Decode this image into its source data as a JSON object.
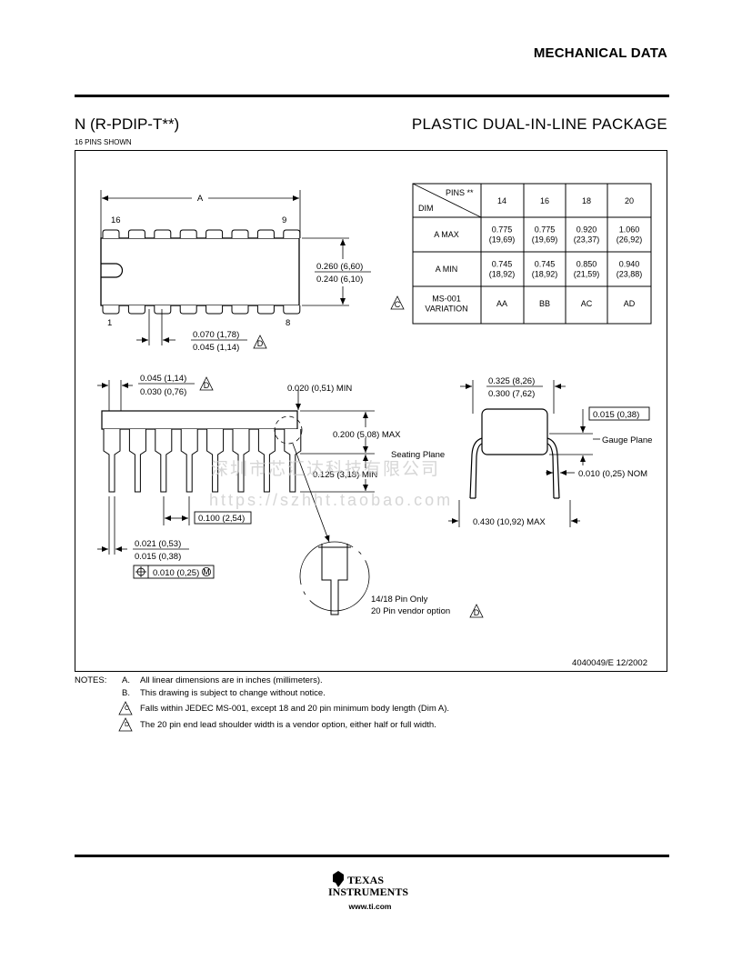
{
  "header": {
    "title": "MECHANICAL DATA"
  },
  "package": {
    "code": "N (R-PDIP-T**)",
    "name": "PLASTIC DUAL-IN-LINE PACKAGE",
    "pins_shown": "16 PINS SHOWN"
  },
  "table": {
    "corner_top": "PINS **",
    "corner_bottom": "DIM",
    "columns": [
      "14",
      "16",
      "18",
      "20"
    ],
    "rows": [
      {
        "label": "A  MAX",
        "cells": [
          "0.775\n(19,69)",
          "0.775\n(19,69)",
          "0.920\n(23,37)",
          "1.060\n(26,92)"
        ]
      },
      {
        "label": "A  MIN",
        "cells": [
          "0.745\n(18,92)",
          "0.745\n(18,92)",
          "0.850\n(21,59)",
          "0.940\n(23,88)"
        ]
      },
      {
        "label": "MS-001\nVARIATION",
        "cells": [
          "AA",
          "BB",
          "AC",
          "AD"
        ]
      }
    ],
    "flag": "C"
  },
  "top_view": {
    "dim_a": "A",
    "pin_16": "16",
    "pin_9": "9",
    "pin_1": "1",
    "pin_8": "8",
    "width_max": "0.260 (6,60)",
    "width_min": "0.240 (6,10)",
    "shoulder_max": "0.070 (1,78)",
    "shoulder_min": "0.045 (1,14)",
    "shoulder_flag": "D"
  },
  "side_view": {
    "end_shoulder_max": "0.045 (1,14)",
    "end_shoulder_min": "0.030 (0,76)",
    "end_shoulder_flag": "D",
    "standoff": "0.020 (0,51) MIN",
    "height_max": "0.200 (5,08) MAX",
    "seating_plane": "Seating Plane",
    "lead_len_min": "0.125 (3,18) MIN",
    "pitch": "0.100 (2,54)",
    "lead_w_max": "0.021 (0,53)",
    "lead_w_min": "0.015 (0,38)",
    "tolerance": "0.010 (0,25)",
    "tolerance_mod": "M",
    "detail_note_1": "14/18 Pin Only",
    "detail_note_2": "20 Pin vendor option",
    "detail_flag": "D"
  },
  "end_view": {
    "body_w_max": "0.325 (8,26)",
    "body_w_min": "0.300 (7,62)",
    "gauge_dim": "0.015 (0,38)",
    "gauge_plane": "Gauge Plane",
    "lead_thk": "0.010 (0,25) NOM",
    "span_max": "0.430 (10,92) MAX"
  },
  "drawing_id": "4040049/E  12/2002",
  "watermark": {
    "line1": "深圳市芯汇达科技有限公司",
    "line2": "https://szhht.taobao.com"
  },
  "notes": {
    "heading": "NOTES:",
    "items": [
      {
        "letter": "A.",
        "text": "All linear dimensions are in inches (millimeters)."
      },
      {
        "letter": "B.",
        "text": "This drawing is subject to change without notice."
      },
      {
        "letter": "C",
        "text": "Falls within JEDEC MS-001, except 18 and 20 pin minimum body length (Dim A)."
      },
      {
        "letter": "D",
        "text": "The 20 pin end lead shoulder width is a vendor option, either half or full width."
      }
    ]
  },
  "footer": {
    "logo_line1": "TEXAS",
    "logo_line2": "INSTRUMENTS",
    "url": "www.ti.com"
  }
}
